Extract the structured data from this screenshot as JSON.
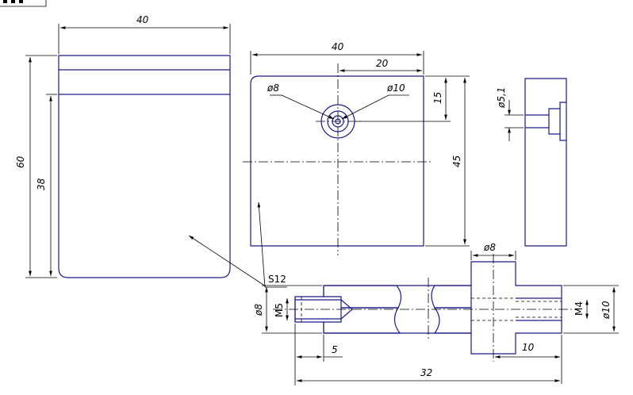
{
  "frame_label": "",
  "dimensions": {
    "top_left_width": "40",
    "left_height_total": "60",
    "left_height_inner": "38",
    "front_width": "40",
    "front_half_width": "20",
    "front_height": "45",
    "hole_offset_top": "15",
    "hole_d8": "ø8",
    "hole_d10": "ø10",
    "side_hole": "ø5,1",
    "thickness": "S12",
    "bottom_d8_top": "ø8",
    "bottom_d8_left": "ø8",
    "bottom_m5": "M5",
    "bottom_m4": "M4",
    "bottom_d10": "ø10",
    "bottom_5": "5",
    "bottom_10": "10",
    "bottom_32": "32"
  },
  "colors": {
    "outline": "#1a1a8c",
    "dimension": "#000000"
  }
}
